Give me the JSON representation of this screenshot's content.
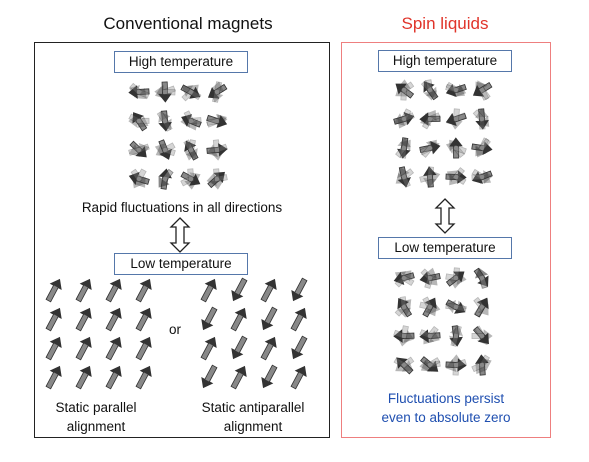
{
  "left": {
    "title": "Conventional magnets",
    "high_label": "High temperature",
    "high_caption": "Rapid fluctuations in all directions",
    "low_label": "Low temperature",
    "or_label": "or",
    "parallel_caption_line1": "Static parallel",
    "parallel_caption_line2": "alignment",
    "antiparallel_caption_line1": "Static antiparallel",
    "antiparallel_caption_line2": "alignment"
  },
  "right": {
    "title": "Spin liquids",
    "high_label": "High temperature",
    "low_label": "Low temperature",
    "caption_line1": "Fluctuations persist",
    "caption_line2": "even to absolute zero"
  },
  "colors": {
    "right_title": "#e0342a",
    "right_border": "#ee7f7f",
    "label_box_border": "#5577aa",
    "caption_blue": "#1f4fb0"
  }
}
